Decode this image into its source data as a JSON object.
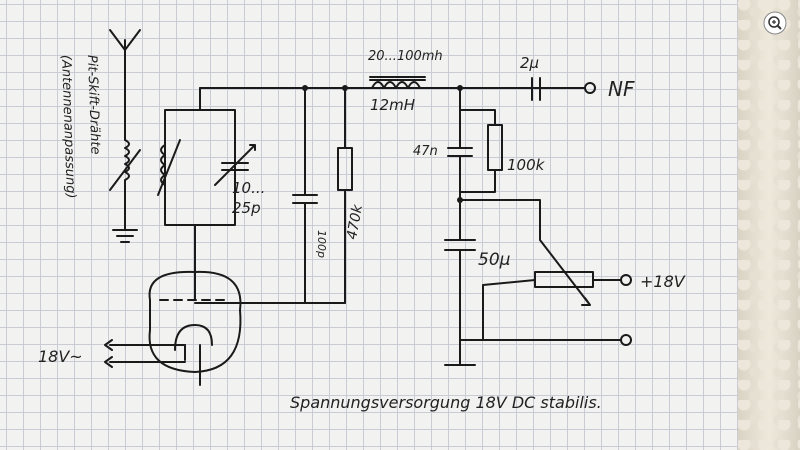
{
  "labels": {
    "antenna_note_1": "Pit-Skift-Drähte",
    "antenna_note_2": "(Antennenanpassung)",
    "inductor_top": "20...100mh",
    "inductor_bottom": "12mH",
    "cap_coupling": "2μ",
    "output": "NF",
    "trimmer_top": "10...",
    "trimmer_bottom": "25p",
    "cap_100p": "100p",
    "res_470k": "470k",
    "cap_47n": "47n",
    "res_100k": "100k",
    "cap_50u": "50μ",
    "supply_18v": "+18V",
    "heater": "18V~",
    "caption": "Spannungsversorgung 18V DC stabilis."
  },
  "icons": {
    "zoom": "zoom-in-icon"
  },
  "colors": {
    "ink": "#1a1a1a",
    "grid": "#c9ccd4",
    "paper": "#f2f2f0"
  }
}
